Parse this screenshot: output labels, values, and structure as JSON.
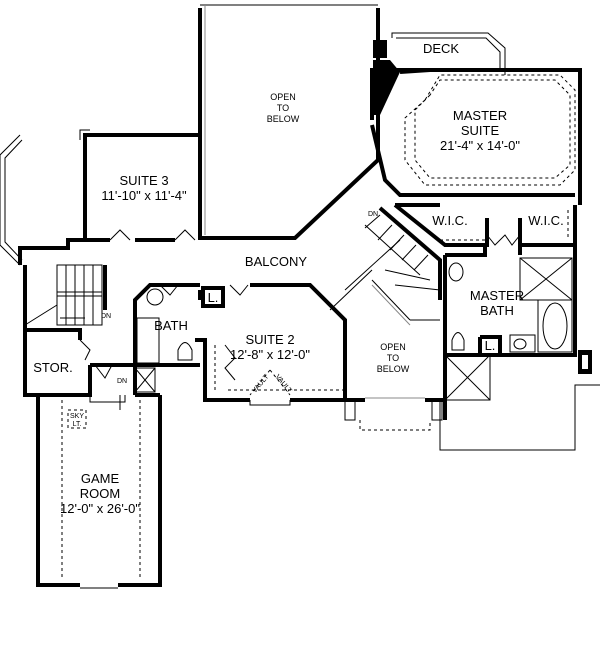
{
  "rooms": {
    "deck": {
      "name": "DECK"
    },
    "open_upper": {
      "line1": "OPEN",
      "line2": "TO",
      "line3": "BELOW"
    },
    "master_suite": {
      "line1": "MASTER",
      "line2": "SUITE",
      "dims": "21'-4\" x 14'-0\""
    },
    "suite3": {
      "name": "SUITE 3",
      "dims": "11'-10\" x 11'-4\""
    },
    "wic_left": {
      "name": "W.I.C."
    },
    "wic_right": {
      "name": "W.I.C."
    },
    "balcony": {
      "name": "BALCONY"
    },
    "master_bath": {
      "line1": "MASTER",
      "line2": "BATH"
    },
    "linen_master": {
      "name": "L."
    },
    "linen_hall": {
      "name": "L."
    },
    "bath": {
      "name": "BATH"
    },
    "suite2": {
      "name": "SUITE 2",
      "dims": "12'-8\" x 12'-0\""
    },
    "open_center": {
      "line1": "OPEN",
      "line2": "TO",
      "line3": "BELOW"
    },
    "storage": {
      "name": "STOR."
    },
    "skylight": {
      "line1": "SKY",
      "line2": "LT."
    },
    "game_room": {
      "line1": "GAME",
      "line2": "ROOM",
      "dims": "12'-0\" x 26'-0\""
    }
  },
  "annotations": {
    "dn_main_stair": "DN",
    "dn_left_stair": "DN",
    "dn_game_room": "DN",
    "vault_left": "VAULT",
    "vault_right": "VAULT"
  }
}
